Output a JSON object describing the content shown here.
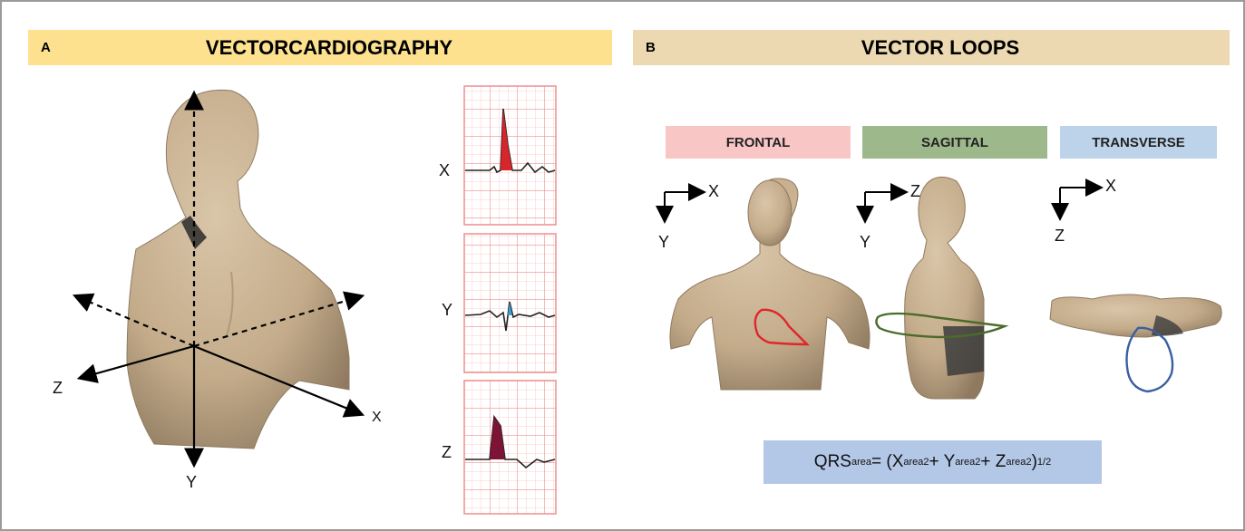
{
  "panel_a": {
    "letter": "A",
    "title": "VECTORCARDIOGRAPHY",
    "axes": {
      "x": "X",
      "y": "Y",
      "z": "Z"
    },
    "leads": [
      "X",
      "Y",
      "Z"
    ]
  },
  "panel_b": {
    "letter": "B",
    "title": "VECTOR LOOPS",
    "planes": [
      {
        "label": "FRONTAL",
        "axis_h": "X",
        "axis_v": "Y",
        "loop_color": "#e0262b"
      },
      {
        "label": "SAGITTAL",
        "axis_h": "Z",
        "axis_v": "Y",
        "loop_color": "#4b6b2a"
      },
      {
        "label": "TRANSVERSE",
        "axis_h": "X",
        "axis_v": "Z",
        "loop_color": "#3a5fa0"
      }
    ],
    "formula": {
      "lhs": "QRS",
      "lhs_sub": "area",
      "eq": " = (X",
      "x_sub": "area",
      "x_sup": "2",
      "plus1": " + Y",
      "y_sub": "area",
      "y_sup": "2",
      "plus2": " + Z",
      "z_sub": "area",
      "z_sup": "2",
      "close": ")",
      "exp": "1/2"
    }
  },
  "colors": {
    "banner_a": "#fde18f",
    "banner_b": "#ecd9b1",
    "frontal": "#f9c6c6",
    "sagittal": "#9db98c",
    "transverse": "#bcd3ea",
    "formula_box": "#b3c7e6",
    "skin": "#c9b293",
    "ecg_grid": "#f2a0a0",
    "wave_x_fill": "#d7262b",
    "wave_y_fill": "#3d9fd1",
    "wave_z_fill": "#7c1436"
  }
}
